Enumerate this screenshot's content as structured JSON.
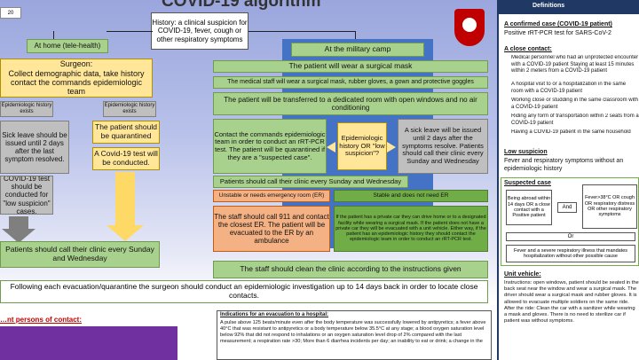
{
  "page_num": "20",
  "title_partial": "COVID-19 algorithm",
  "history_box": "History: a clinical suspicion for COVID-19, fever, cough or other respiratory symptoms",
  "left": {
    "home_label": "At home (tele-health)",
    "surgeon": "Surgeon:\nCollect demographic data, take history\ncontact the commands epidemiologic team",
    "epi_left": "Epidemiologic history exists",
    "epi_mid": "Epidemiologic history exists",
    "sick_leave": "Sick leave should be issued until 2 days after the last symptom resolved.",
    "quarantine": "The patient should be quarantined",
    "covid_test_left": "COVID-19 test should be conducted for \"low suspicion\" cases.",
    "covid_test_mid": "A Covid-19 test will be conducted.",
    "clinic_sunday": "Patients should call their clinic every Sunday and Wednesday"
  },
  "center": {
    "camp_label": "At the military camp",
    "mask": "The patient will wear a surgical mask",
    "staff_ppe": "The medical staff will wear a surgical mask, rubber gloves, a gown and protective goggles",
    "transfer": "The patient will be transferred to a dedicated room with open windows and no air conditioning",
    "contact_team": "Contact the commands epidemiologic team in order to conduct an rRT-PCR test. The patient will be quarantined if they are a \"suspected case\".",
    "epi_history": "Epidemiologic history OR \"low suspicion\"?",
    "sick_leave_right": "A sick leave will be issued until 2 days after the symptoms resolve. Patients should call their clinic every Sunday and Wednesday",
    "call_clinic": "Patients should call their clinic every Sunday and Wednesday",
    "unstable": "Unstable or needs emergency room (ER)",
    "stable": "Stable and does not need ER",
    "call_911": "The staff should call 911 and contact the closest ER. The patient will be evacuated to the ER by an ambulance",
    "private_car": "If the patient has a private car they can drive home or to a designated facility while wearing a surgical mask. If the patient does not have a private car they will be evacuated with a unit vehicle. Either way, if the patient has an epidemiologic history they should contact the epidemiologic team in order to conduct an rRT-PCR test.",
    "clean_clinic": "The staff should clean the clinic according to the instructions given",
    "following": "Following each evacuation/quarantine the surgeon should conduct an epidemiologic investigation up to 14 days back in order to locate close contacts."
  },
  "right": {
    "header": "Definitions",
    "confirmed_title": "A confirmed case (COVID-19 patient)",
    "confirmed_text": "Positive rRT-PCR test for SARS-CoV-2",
    "close_title": "A close contact:",
    "close_items": [
      "Medical personnel who had an unprotected encounter with a COVID-19 patient Staying at least 15 minutes within 2 meters from a COVID-19 patient",
      "A hospital visit to or a hospitalization in the same room with a COVID-19 patient",
      "Working close or studding in the same classroom with a COVID-19 patient",
      "Riding any form of transportation within 2 seats from a COVID-19 patient",
      "Having a COVID-19 patient in the same household"
    ],
    "low_title": "Low suspicion",
    "low_text": "Fever and respiratory symptoms without an epidemiologic history",
    "suspected_title": "Suspected case",
    "suspected_a": "Being abroad within 14 days OR a close contact with a Positive patient",
    "and_label": "And",
    "suspected_b": "Fever>38°C OR cough OR respiratory distress OR other respiratory symptoms",
    "or_label": "Or",
    "severe": "Fever and a severe respiratory illness that mandates hospitalization without other possible cause",
    "unit_title": "Unit vehicle:",
    "unit_text": "Instructions: open windows, patient should be seated in the back seat near the window and wear a surgical mask. The driver should wear a surgical mask and rubber gloves. It is allowed to evacuate multiple soldiers on the same ride. After the ride: Clean the car with a sanitizer while wearing a mask and gloves. There is no need to sterilize car if patient was without symptoms."
  },
  "bottom": {
    "contact_label": "…nt persons of contact:",
    "indications_title": "Indications for an evacuation to a hospital:",
    "indications_text": "A pulse above 125 beats/minute even after the body temperature was successfully lowered by antipyretics; a fever above 40°C that was resistant to antipyretics or a body temperature below 35.5°C at any stage; a blood oxygen saturation level below 92% that did not respond to inhalations or an oxygen saturation level drop of 2% compared with the last measurement; a respiration rate >30; More than 6 diarrhea incidents per day; an inability to eat or drink; a change in the"
  },
  "colors": {
    "green": "#a9d18e",
    "yellow": "#ffe699",
    "grey": "#bfbfbf",
    "orange": "#f4b183",
    "blue": "#4472c4",
    "purple": "#7030a0"
  }
}
